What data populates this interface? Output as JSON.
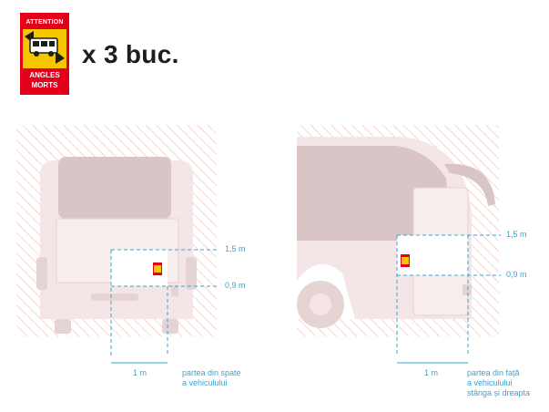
{
  "sticker": {
    "top_text": "ATTENTION",
    "bottom_line1": "ANGLES",
    "bottom_line2": "MORTS",
    "colors": {
      "border": "#e3001b",
      "background": "#f6c700",
      "bus": "#ffffff"
    }
  },
  "quantity_label": "x 3 buc.",
  "rear_view": {
    "height_top": "1,5 m",
    "height_bottom": "0,9 m",
    "width": "1 m",
    "caption_line1": "partea din spate",
    "caption_line2": "a vehiculului"
  },
  "front_view": {
    "height_top": "1,5 m",
    "height_bottom": "0,9 m",
    "width": "1 m",
    "caption_line1": "partea din față",
    "caption_line2": "a vehiculului",
    "caption_line3": "stânga și dreapta"
  },
  "colors": {
    "accent": "#3aa5cc",
    "hatch": "#f3b9b5",
    "bus_body": "#f4e6e6",
    "bus_dark": "#d9c4c6"
  }
}
